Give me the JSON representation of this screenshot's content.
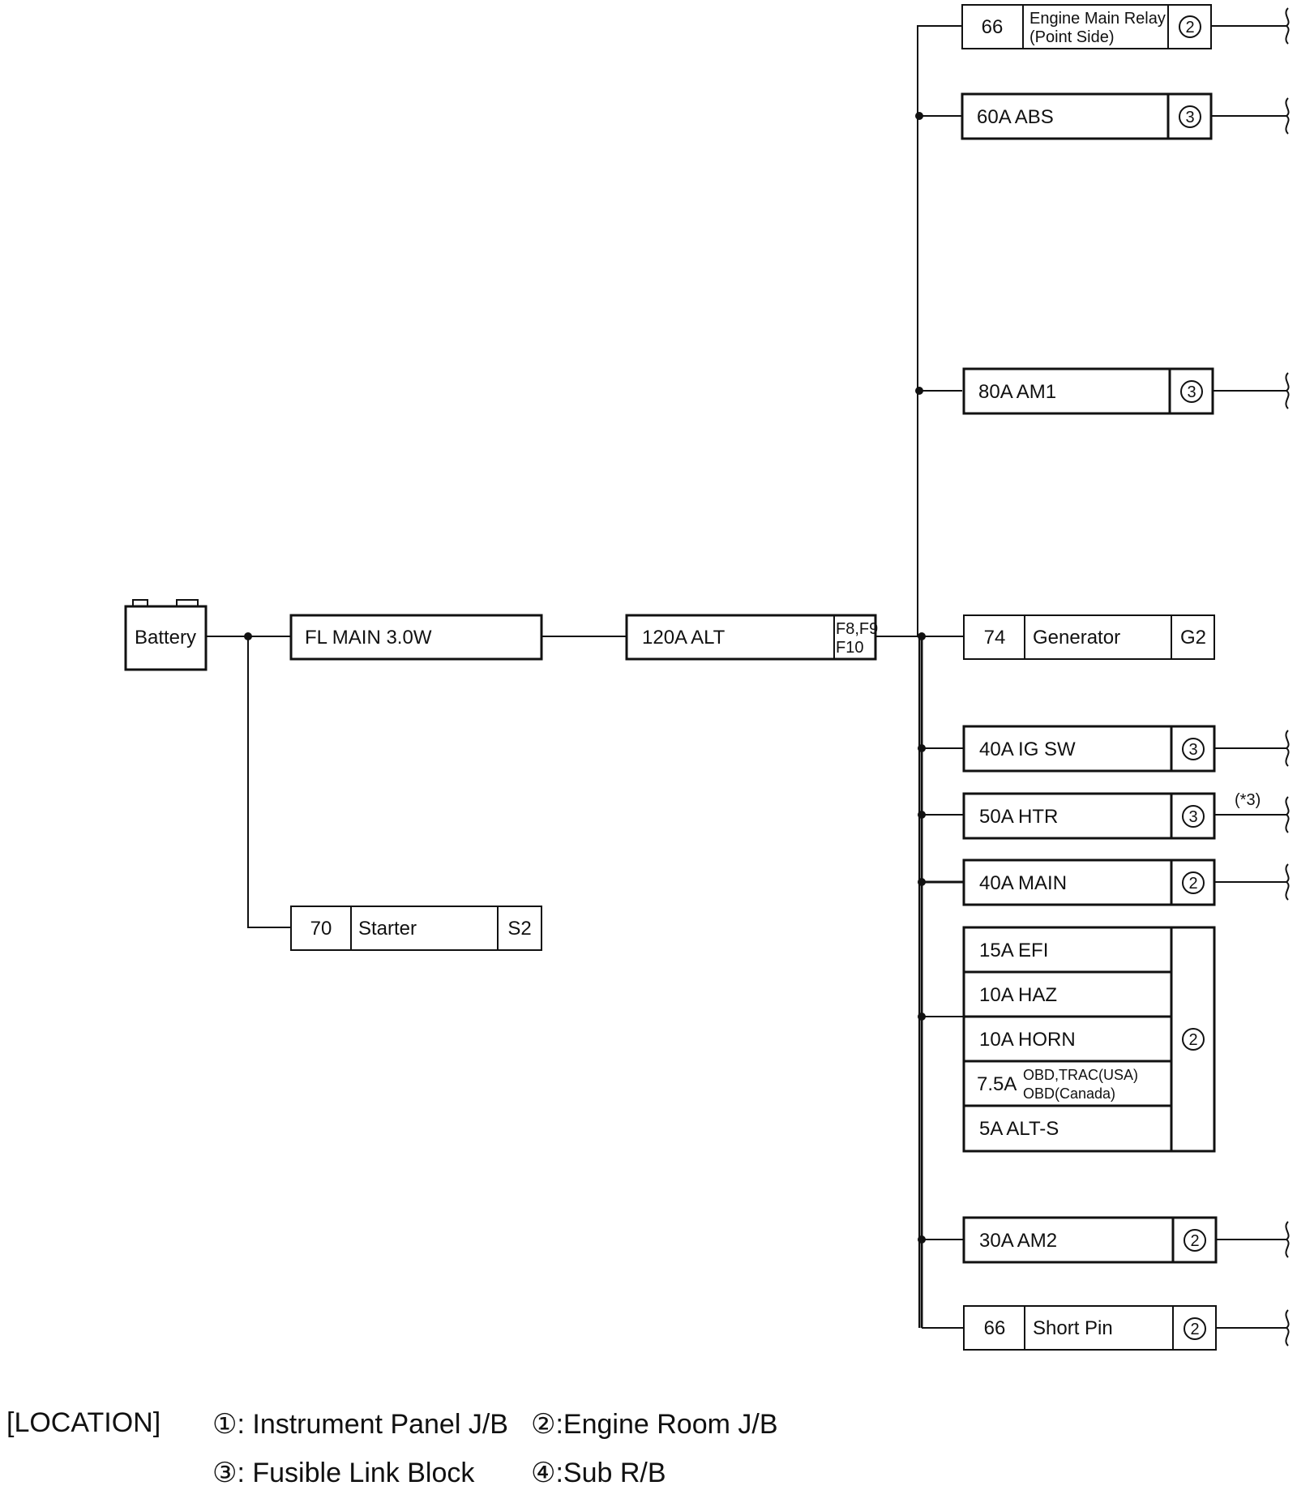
{
  "battery": {
    "label": "Battery"
  },
  "fl_main": {
    "label": "FL MAIN 3.0W"
  },
  "alt_fuse": {
    "label": "120A ALT",
    "connector_line1": "F8,F9",
    "connector_line2": "F10"
  },
  "starter": {
    "pin": "70",
    "label": "Starter",
    "connector": "S2"
  },
  "branches": {
    "engine_main_relay": {
      "pin": "66",
      "label_line1": "Engine Main Relay",
      "label_line2": "(Point Side)",
      "location": "2"
    },
    "abs": {
      "label": "60A ABS",
      "location": "3"
    },
    "am1": {
      "label": "80A AM1",
      "location": "3"
    },
    "generator": {
      "pin": "74",
      "label": "Generator",
      "connector": "G2"
    },
    "ig_sw": {
      "label": "40A IG SW",
      "location": "3"
    },
    "htr": {
      "label": "50A HTR",
      "location": "3",
      "note": "(*3)"
    },
    "main": {
      "label": "40A MAIN",
      "location": "2"
    },
    "group": {
      "location": "2",
      "efi": "15A EFI",
      "haz": "10A HAZ",
      "horn": "10A HORN",
      "obd_amp": "7.5A",
      "obd_line1": "OBD,TRAC(USA)",
      "obd_line2": "OBD(Canada)",
      "alts": "5A ALT-S"
    },
    "am2": {
      "label": "30A AM2",
      "location": "2"
    },
    "short_pin": {
      "pin": "66",
      "label": "Short Pin",
      "location": "2"
    }
  },
  "location_legend": {
    "heading": "[LOCATION]",
    "item1": "①: Instrument Panel J/B",
    "item2": "②:Engine Room J/B",
    "item3": "③: Fusible Link Block",
    "item4": "④:Sub R/B"
  }
}
